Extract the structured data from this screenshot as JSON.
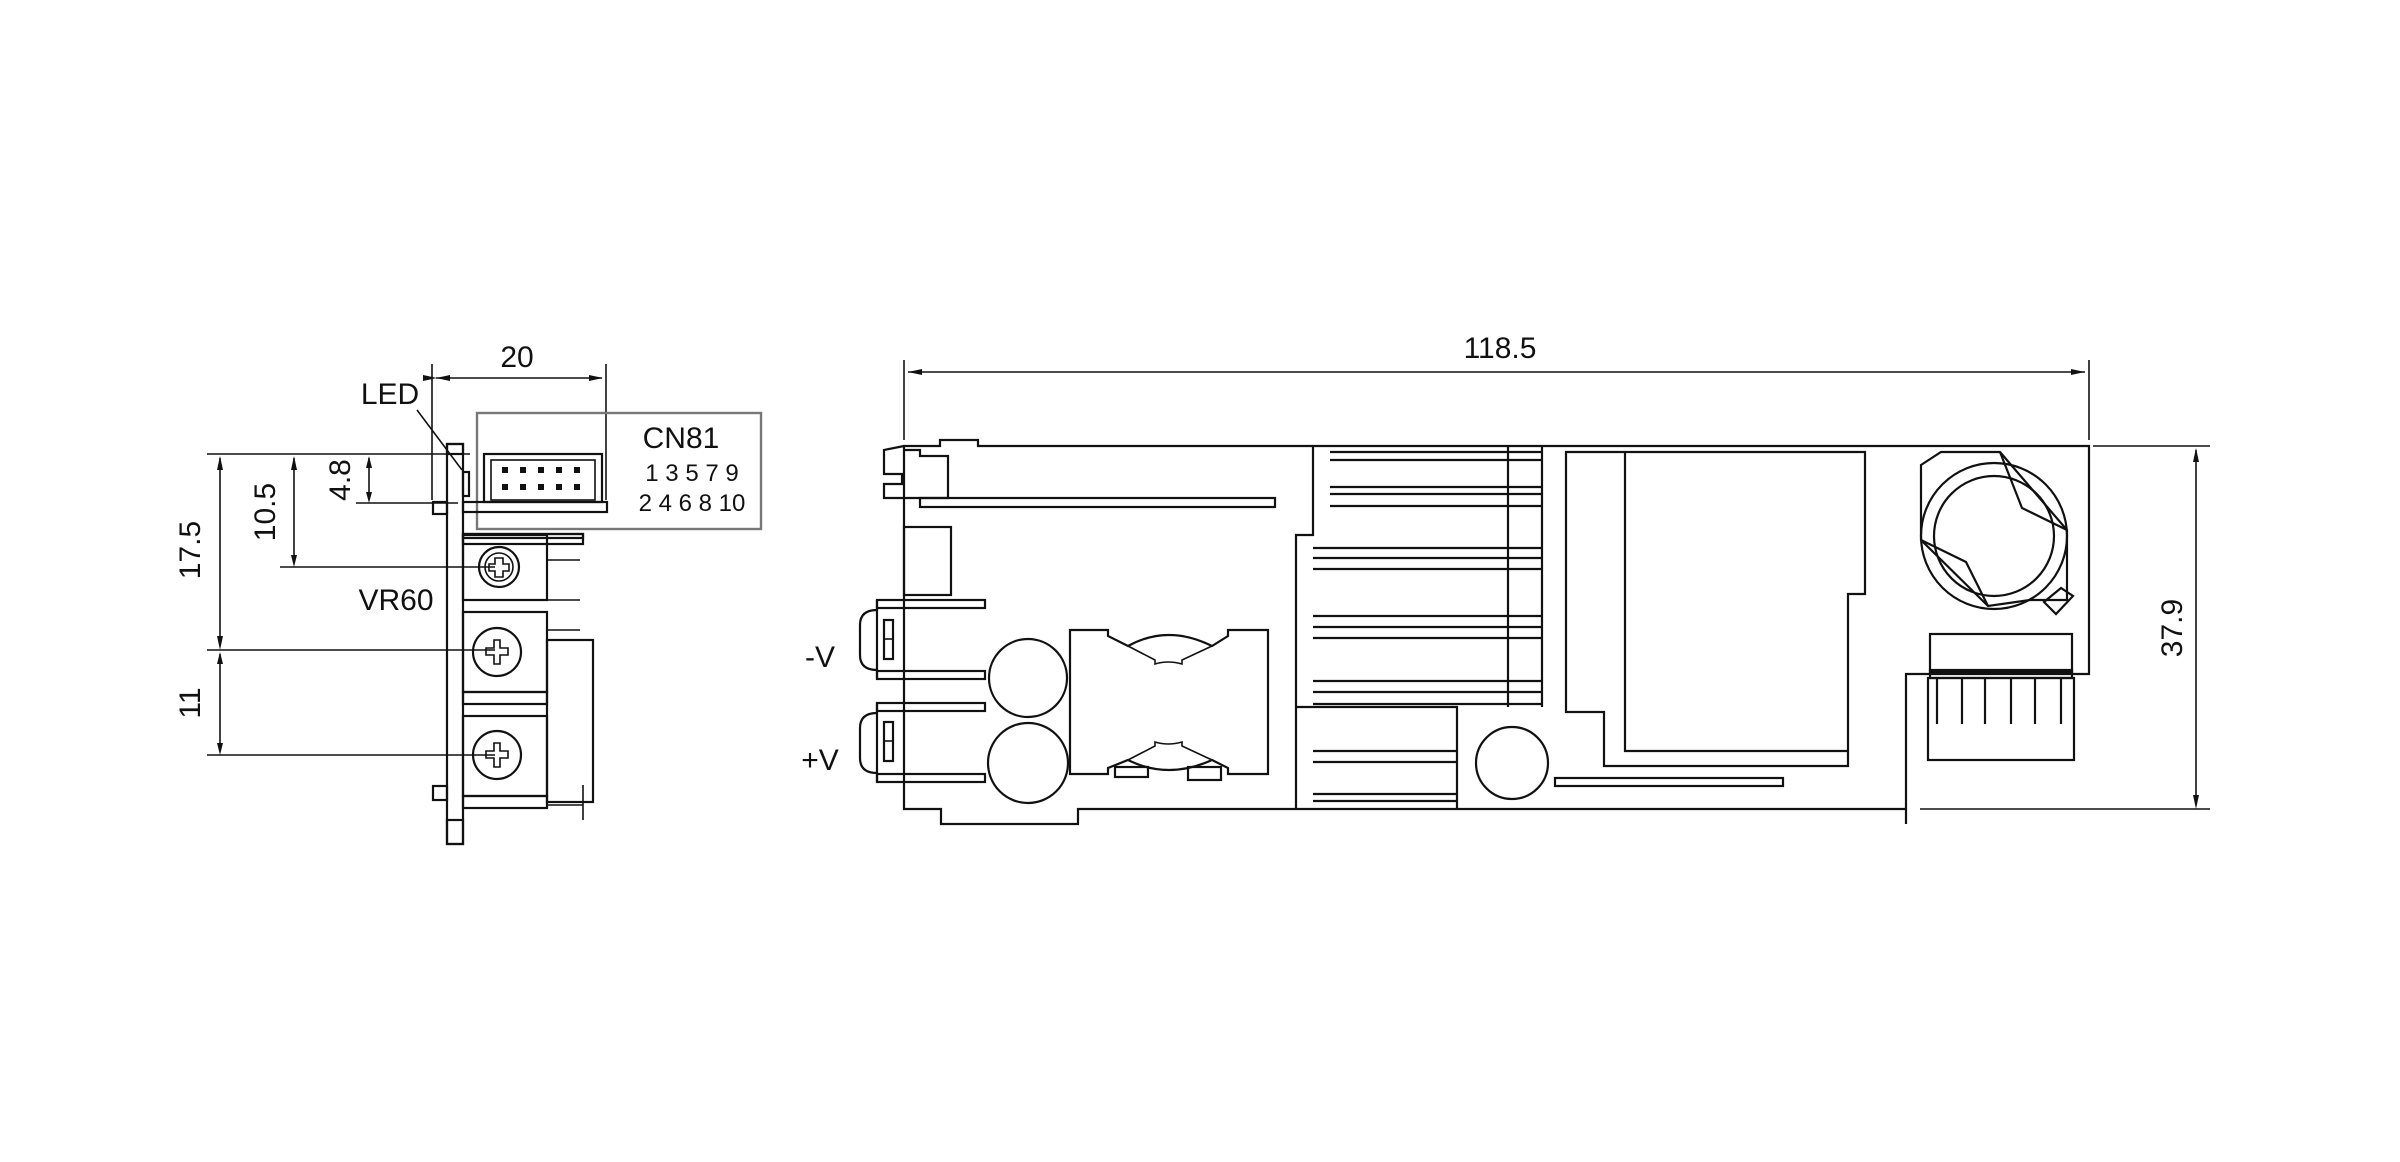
{
  "drawing": {
    "side_view": {
      "labels": {
        "led": "LED",
        "connector": "CN81",
        "pins_odd": "1 3 5 7 9",
        "pins_even": "2 4 6 8 10",
        "trimmer": "VR60"
      },
      "dimensions": {
        "width": "20",
        "led_offset": "4.8",
        "vr_offset": "10.5",
        "terminal_offset": "17.5",
        "terminal_pitch": "11"
      }
    },
    "top_view": {
      "labels": {
        "neg_terminal": "-V",
        "pos_terminal": "+V"
      },
      "dimensions": {
        "length": "118.5",
        "height": "37.9"
      }
    }
  }
}
